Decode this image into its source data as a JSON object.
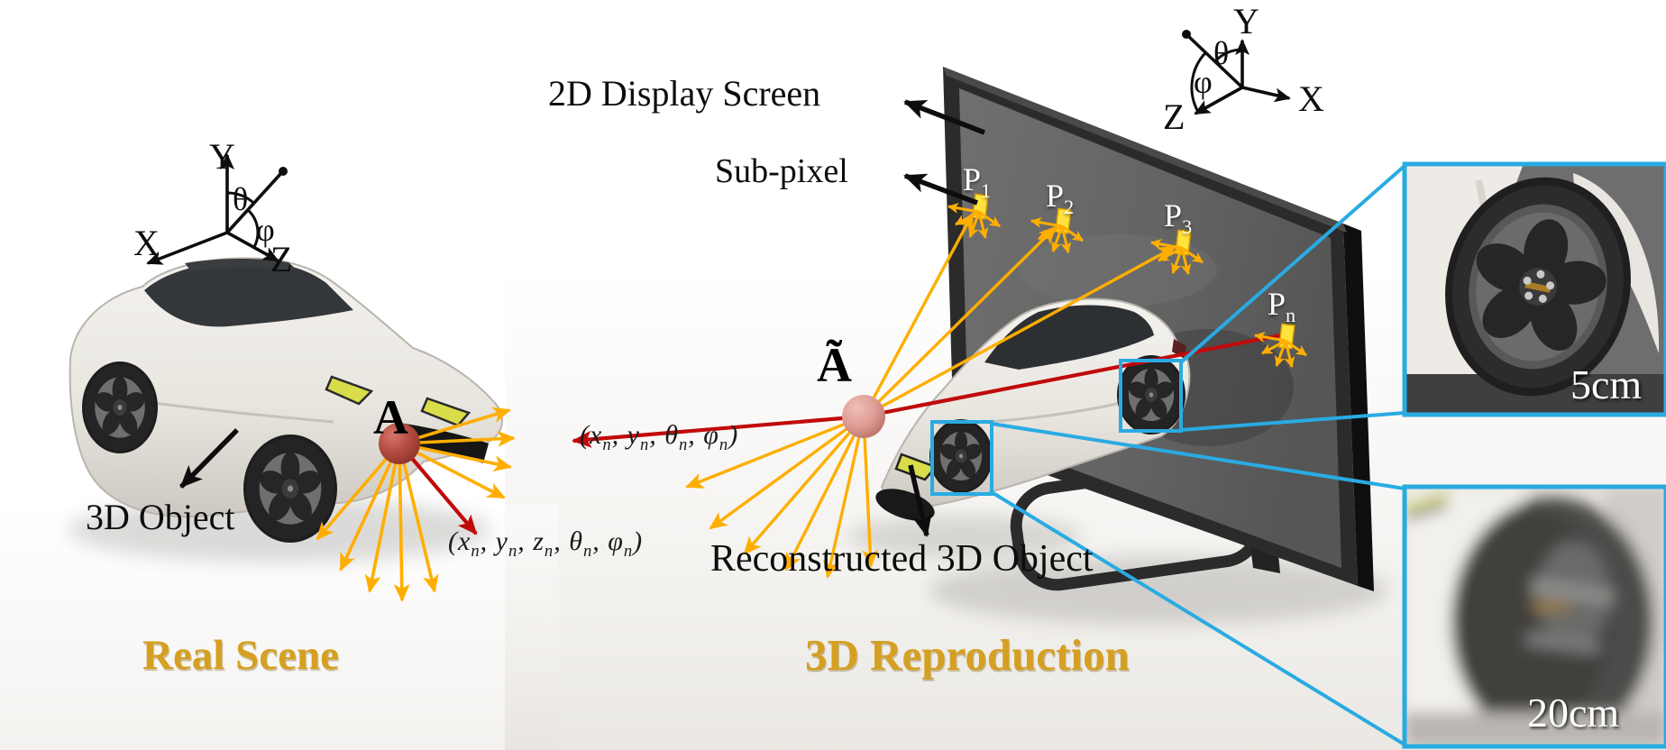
{
  "scene": {
    "left_title": "Real Scene",
    "right_title": "3D Reproduction"
  },
  "left": {
    "axis": {
      "x": "X",
      "y": "Y",
      "z": "Z",
      "theta": "θ",
      "phi": "φ"
    },
    "object_label": "3D Object",
    "point_label": "A",
    "ray_params": {
      "parts": [
        [
          "(x",
          "n"
        ],
        [
          ", y",
          "n"
        ],
        [
          ", z",
          "n"
        ],
        [
          ", θ",
          "n"
        ],
        [
          ", φ",
          "n"
        ],
        [
          ")",
          ""
        ]
      ]
    }
  },
  "right": {
    "axis": {
      "x": "X",
      "y": "Y",
      "z": "Z",
      "theta": "θ",
      "phi": "φ"
    },
    "screen_label": "2D Display Screen",
    "subpixel_label": "Sub-pixel",
    "reconstructed_label": "Reconstructed 3D Object",
    "point_label": "Ã",
    "ray_params": {
      "parts": [
        [
          "(x",
          "n"
        ],
        [
          ", y",
          "n"
        ],
        [
          ", θ",
          "n"
        ],
        [
          ", φ",
          "n"
        ],
        [
          ")",
          ""
        ]
      ]
    },
    "subpixels": [
      {
        "parts": [
          [
            "P",
            "1"
          ]
        ]
      },
      {
        "parts": [
          [
            "P",
            "2"
          ]
        ]
      },
      {
        "parts": [
          [
            "P",
            "3"
          ]
        ]
      },
      {
        "parts": [
          [
            "P",
            "n"
          ]
        ]
      }
    ]
  },
  "insets": [
    {
      "caption": "5cm"
    },
    {
      "caption": "20cm"
    }
  ],
  "colors": {
    "accent_gold": "#D5A021",
    "arrow_yellow": "#FFAE00",
    "subpixel_yellow": "#FFE23E",
    "ray_red": "#C00A0A",
    "inset_blue": "#29ABE2",
    "screen_gray": "#666666",
    "bezel_black": "#1a1a1a"
  }
}
